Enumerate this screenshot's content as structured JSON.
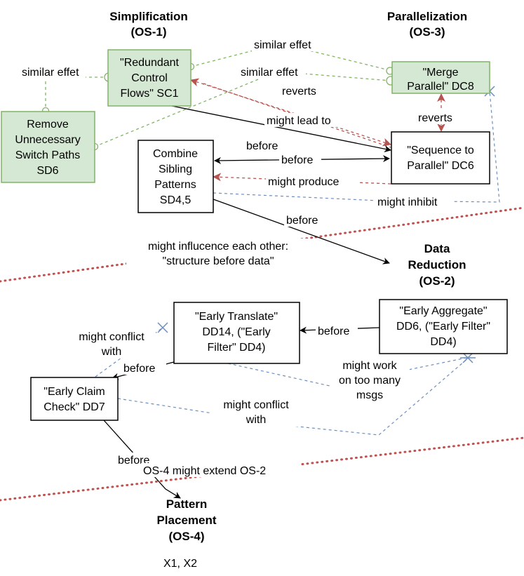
{
  "colors": {
    "green_fill": "#d5e8d4",
    "green_stroke": "#82b366",
    "red": "#b85450",
    "blue": "#6c8ebf",
    "boundary": "#c0504d",
    "black": "#000000"
  },
  "headings": {
    "simplification": [
      "Simplification",
      "(OS-1)"
    ],
    "parallelization": [
      "Parallelization",
      "(OS-3)"
    ],
    "data_reduction": [
      "Data",
      "Reduction",
      "(OS-2)"
    ],
    "pattern_placement": [
      "Pattern",
      "Placement",
      "(OS-4)"
    ],
    "placement_items": "X1, X2"
  },
  "nodes": {
    "redundant_control_flows": [
      "\"Redundant",
      "Control",
      "Flows\" SC1"
    ],
    "remove_switch_paths": [
      "Remove",
      "Unnecessary",
      "Switch Paths",
      "SD6"
    ],
    "merge_parallel": [
      "\"Merge",
      "Parallel\" DC8"
    ],
    "sequence_to_parallel": [
      "\"Sequence to",
      "Parallel\" DC6"
    ],
    "combine_sibling": [
      "Combine",
      "Sibling",
      "Patterns",
      "SD4,5"
    ],
    "early_translate": [
      "\"Early Translate\"",
      "DD14, (\"Early",
      "Filter\" DD4)"
    ],
    "early_aggregate": [
      "\"Early Aggregate\"",
      "DD6, (\"Early Filter\"",
      "DD4)"
    ],
    "early_claim_check": [
      "\"Early Claim",
      "Check\" DD7"
    ]
  },
  "edge_labels": {
    "similar_effet_left": "similar effet",
    "similar_effet_top": "similar effet",
    "similar_effet_mid": "similar effet",
    "reverts_top": "reverts",
    "reverts_right": "reverts",
    "might_lead_to": "might lead to",
    "before_sc1": "before",
    "before_combine": "before",
    "might_produce": "might produce",
    "might_inhibit": "might inhibit",
    "before_to_data": "before",
    "influence": [
      "might influcence each other:",
      "\"structure before data\""
    ],
    "before_aggregate": "before",
    "might_conflict_with_left": [
      "might conflict",
      "with"
    ],
    "before_claim": "before",
    "might_work": [
      "might work",
      "on too many",
      "msgs"
    ],
    "might_conflict_with_mid": [
      "might conflict",
      "with"
    ],
    "before_placement": "before",
    "os4_extends": "OS-4 might extend OS-2"
  }
}
